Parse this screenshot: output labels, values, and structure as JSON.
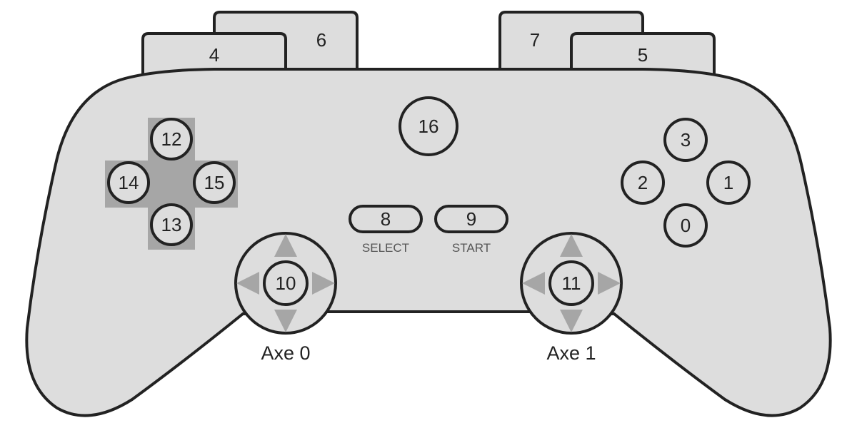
{
  "colors": {
    "body": "#dddddd",
    "outline": "#222222",
    "dpad": "#a6a6a6",
    "arrow": "#a6a6a6"
  },
  "buttons": {
    "b0": "0",
    "b1": "1",
    "b2": "2",
    "b3": "3",
    "b4": "4",
    "b5": "5",
    "b6": "6",
    "b7": "7",
    "b8": "8",
    "b9": "9",
    "b10": "10",
    "b11": "11",
    "b12": "12",
    "b13": "13",
    "b14": "14",
    "b15": "15",
    "b16": "16"
  },
  "labels": {
    "select": "SELECT",
    "start": "START",
    "axe0": "Axe 0",
    "axe1": "Axe 1"
  },
  "icons": [
    "arrow-up-icon",
    "arrow-down-icon",
    "arrow-left-icon",
    "arrow-right-icon"
  ]
}
